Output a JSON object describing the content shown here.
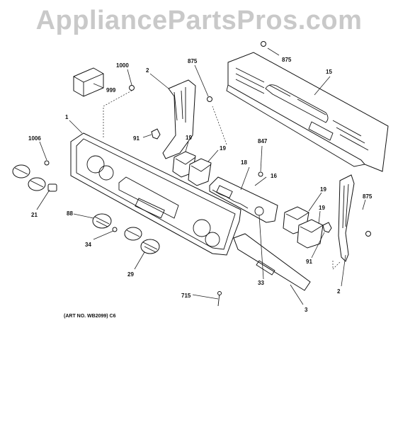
{
  "watermark": "AppliancePartsPros.com",
  "art_number": "(ART NO. WB2099) C6",
  "labels": [
    {
      "key": "p999",
      "text": "999"
    },
    {
      "key": "p1000",
      "text": "1000"
    },
    {
      "key": "p2a",
      "text": "2"
    },
    {
      "key": "p875a",
      "text": "875"
    },
    {
      "key": "p875b",
      "text": "875"
    },
    {
      "key": "p15",
      "text": "15"
    },
    {
      "key": "p1",
      "text": "1"
    },
    {
      "key": "p91a",
      "text": "91"
    },
    {
      "key": "p19a",
      "text": "19"
    },
    {
      "key": "p19b",
      "text": "19"
    },
    {
      "key": "p847",
      "text": "847"
    },
    {
      "key": "p1006",
      "text": "1006"
    },
    {
      "key": "p18",
      "text": "18"
    },
    {
      "key": "p16",
      "text": "16"
    },
    {
      "key": "p21",
      "text": "21"
    },
    {
      "key": "p19c",
      "text": "19"
    },
    {
      "key": "p875c",
      "text": "875"
    },
    {
      "key": "p19d",
      "text": "19"
    },
    {
      "key": "p88",
      "text": "88"
    },
    {
      "key": "p34",
      "text": "34"
    },
    {
      "key": "p91b",
      "text": "91"
    },
    {
      "key": "p29",
      "text": "29"
    },
    {
      "key": "p33",
      "text": "33"
    },
    {
      "key": "p2b",
      "text": "2"
    },
    {
      "key": "p715",
      "text": "715"
    },
    {
      "key": "p3",
      "text": "3"
    }
  ]
}
